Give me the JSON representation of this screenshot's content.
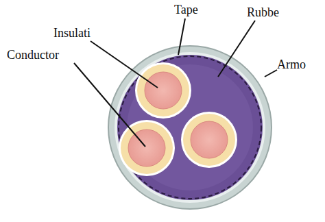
{
  "diagram": {
    "labels": [
      "Tape",
      "Rubbe",
      "Insulati",
      "Conductor",
      "Armo"
    ]
  }
}
